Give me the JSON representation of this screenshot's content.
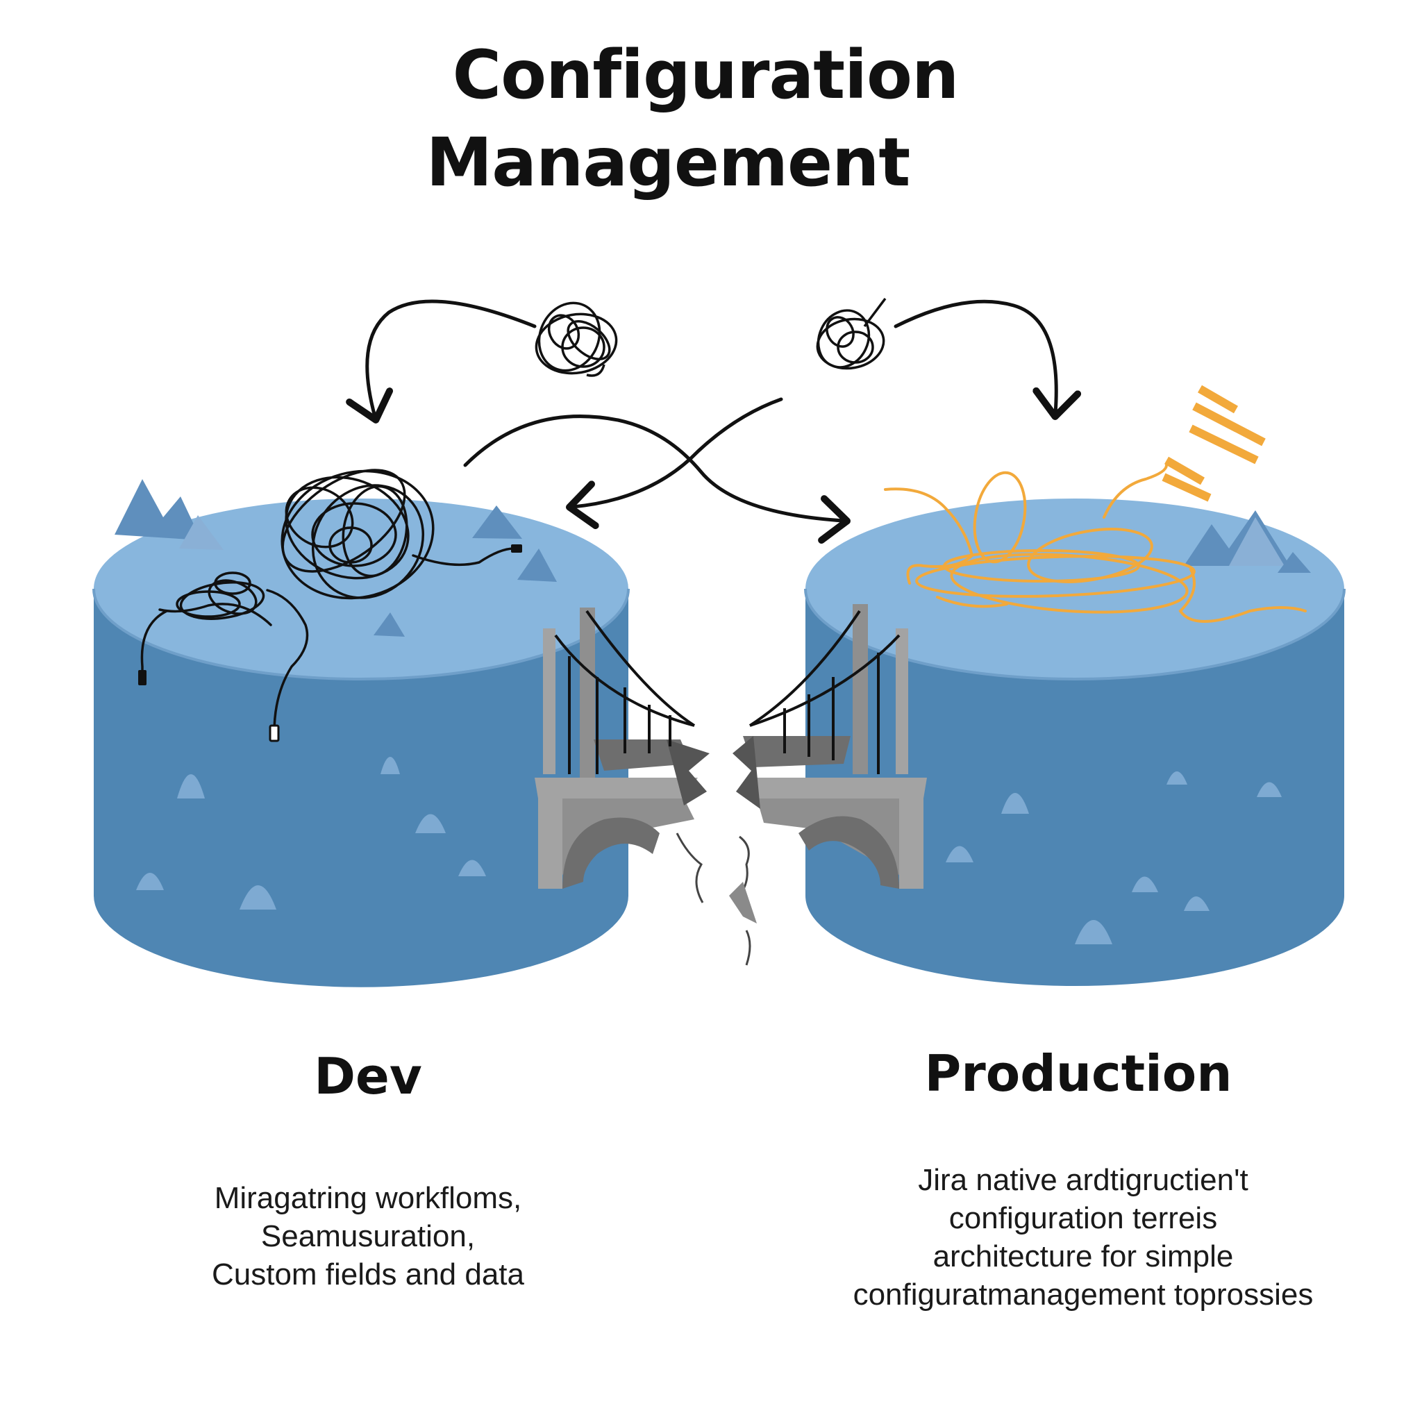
{
  "title": {
    "line1": "Configuration",
    "line2": "Management"
  },
  "environments": {
    "dev": {
      "label": "Dev",
      "description_lines": [
        "Miragatring workfloms,",
        "Seamusuration,",
        "Custom fields and data"
      ]
    },
    "production": {
      "label": "Production",
      "description_lines": [
        "Jira native ardtigructien't",
        "configuration terreis",
        "architecture for simple",
        "configuratmanagement toprossies"
      ]
    }
  },
  "colors": {
    "cylinder_top": "#88b6dd",
    "cylinder_side": "#4f86b3",
    "mountain": "#5f8fbd",
    "bridge": "#a3a3a3",
    "tangle_dev": "#111111",
    "tangle_prod": "#f2a93b",
    "arrow": "#111111"
  },
  "icons": {
    "dev_cylinder": "database-cylinder-icon",
    "prod_cylinder": "database-cylinder-icon",
    "bridge": "broken-bridge-icon",
    "tangle": "tangled-wire-icon",
    "warning_marks": "alert-stripes-icon"
  }
}
